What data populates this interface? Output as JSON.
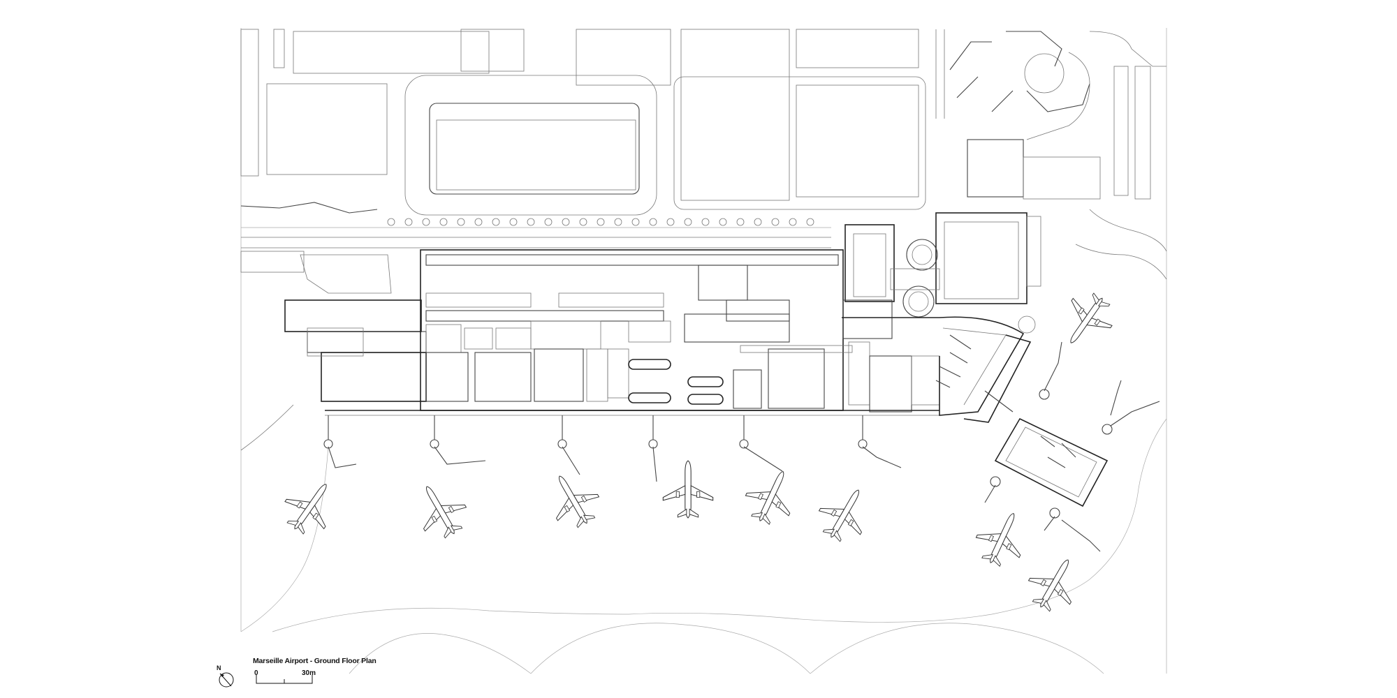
{
  "drawing": {
    "title": "Marseille Airport - Ground Floor Plan",
    "north_label": "N",
    "scale_bar": {
      "start_label": "0",
      "end_label": "30m"
    }
  },
  "colors": {
    "ink": "#222222",
    "line": "#777777",
    "light": "#aaaaaa",
    "background": "#ffffff"
  },
  "icons": [
    "north-arrow-icon",
    "airplane-icon"
  ]
}
